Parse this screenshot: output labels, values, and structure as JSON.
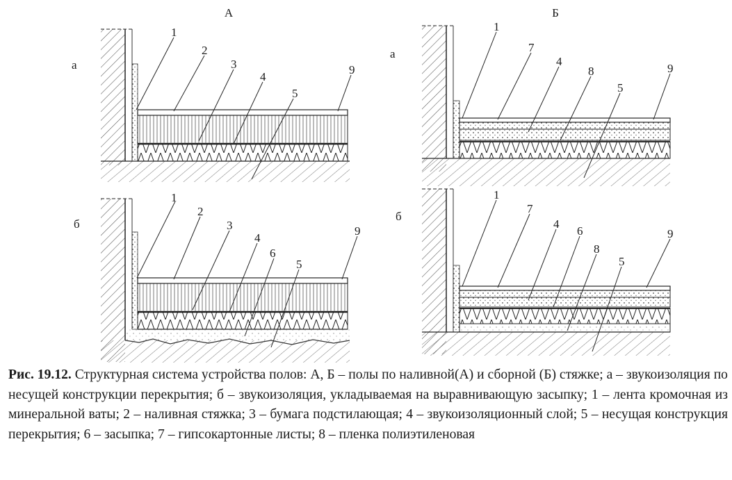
{
  "figure": {
    "panels": {
      "A": {
        "title": "А",
        "row_a": "а",
        "row_b": "б"
      },
      "B": {
        "title": "Б",
        "row_a": "а",
        "row_b": "б"
      }
    },
    "callouts": {
      "A_a": [
        "1",
        "2",
        "3",
        "4",
        "5",
        "9"
      ],
      "A_b": [
        "1",
        "2",
        "3",
        "4",
        "6",
        "5",
        "9"
      ],
      "B_a": [
        "1",
        "7",
        "4",
        "8",
        "5",
        "9"
      ],
      "B_b": [
        "1",
        "7",
        "4",
        "6",
        "8",
        "5",
        "9"
      ]
    }
  },
  "caption": {
    "label": "Рис. 19.12.",
    "text": "Структурная система устройства полов: А, Б – полы по наливной(А) и сборной (Б) стяжке; а – звукоизоляция по несущей конструкции перекрытия; б – звукоизоляция, укладываемая на выравнивающую засыпку; 1 – лента кромочная из минеральной ваты; 2 – наливная стяжка; 3 – бумага подстилающая; 4 – звукоизоляционный слой; 5 – несущая конструкция перекрытия; 6 – засыпка; 7 – гипсокартонные листы; 8 – пленка полиэтиленовая"
  }
}
